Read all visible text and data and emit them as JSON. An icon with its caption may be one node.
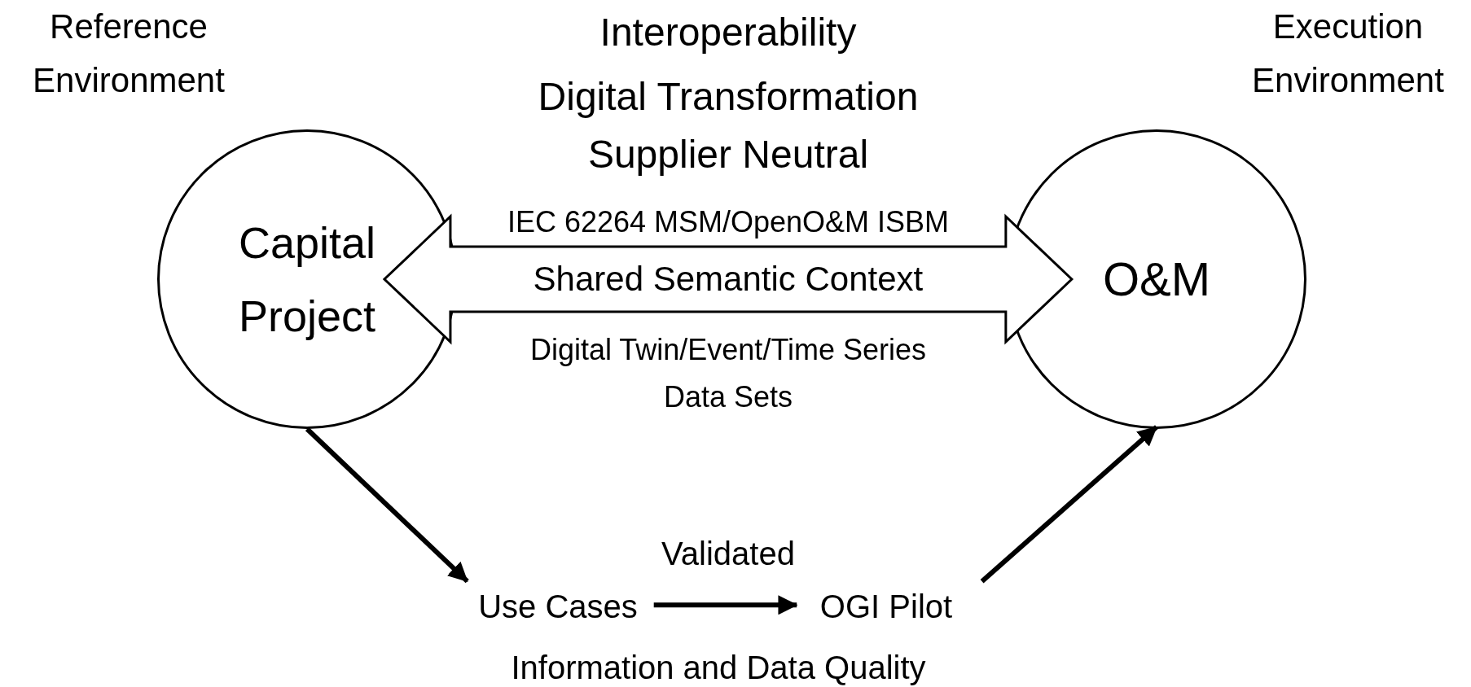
{
  "diagram": {
    "nodes": [
      {
        "text": [
          "Capital Project"
        ]
      },
      {
        "text": [
          "O&M"
        ]
      },
      {
        "text": [
          "Use Cases"
        ]
      },
      {
        "text": [
          "OGI Pilot"
        ]
      }
    ],
    "edges": [
      {
        "from": 0,
        "to": 1,
        "arrow": "both",
        "label": "Shared Semantic Context",
        "style": "thick"
      },
      {
        "from": 0,
        "to": 2,
        "arrow": "to"
      },
      {
        "from": 2,
        "to": 3,
        "arrow": "to"
      },
      {
        "from": 3,
        "to": 1,
        "arrow": "to"
      }
    ],
    "labels": [
      "Reference Environment",
      "Interoperability",
      "Digital Transformation",
      "Supplier Neutral",
      "Execution Environment",
      "IEC 62264 MSM/OpenO&M ISBM",
      "Digital Twin/Event/Time Series Data Sets",
      "Validated",
      "Information and Data Quality"
    ]
  }
}
